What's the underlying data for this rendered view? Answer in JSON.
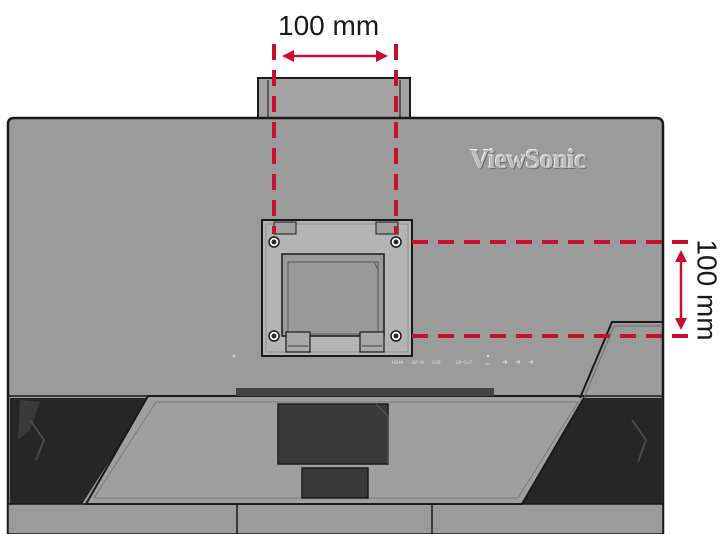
{
  "brand": {
    "name": "ViewSonic"
  },
  "dimensions": {
    "horizontal_spacing": "100 mm",
    "vertical_spacing": "100 mm"
  },
  "ports": [
    "HDMI",
    "DP IN",
    "USB",
    "DP OUT"
  ],
  "colors": {
    "monitor_body": "#9b9b9b",
    "monitor_outline": "#1a1a1a",
    "vesa_plate": "#b4b4b4",
    "dimension_lines": "#c8102e",
    "vent_pattern": "#262626"
  }
}
